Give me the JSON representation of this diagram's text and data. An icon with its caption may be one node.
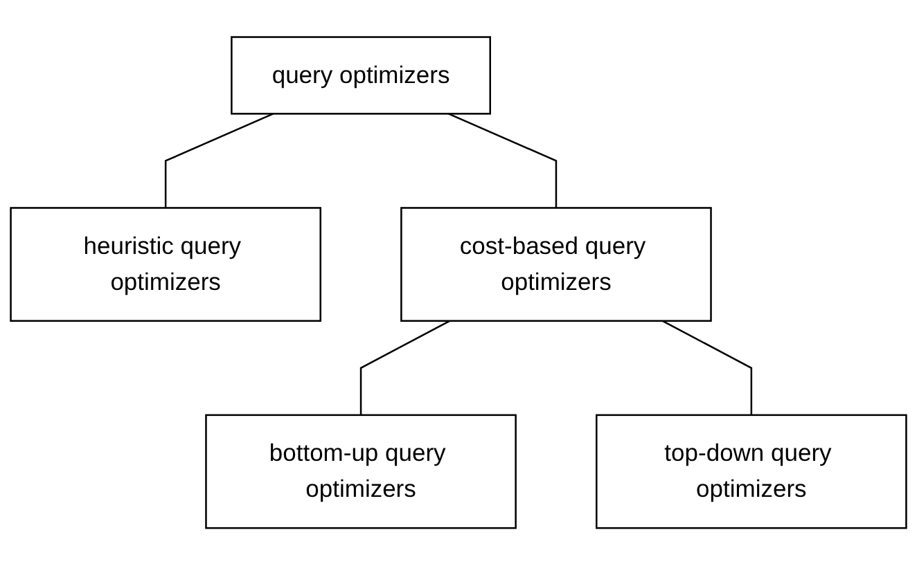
{
  "diagram": {
    "nodes": [
      {
        "text": [
          "query optimizers"
        ]
      },
      {
        "text": [
          "heuristic query optimizers"
        ]
      },
      {
        "text": [
          "cost-based query optimizers"
        ]
      },
      {
        "text": [
          "bottom-up query optimizers"
        ]
      },
      {
        "text": [
          "top-down query optimizers"
        ]
      }
    ],
    "edges": [
      {
        "from": 0,
        "to": 1,
        "arrow": "none"
      },
      {
        "from": 0,
        "to": 2,
        "arrow": "none"
      },
      {
        "from": 2,
        "to": 3,
        "arrow": "none"
      },
      {
        "from": 2,
        "to": 4,
        "arrow": "none"
      }
    ]
  }
}
